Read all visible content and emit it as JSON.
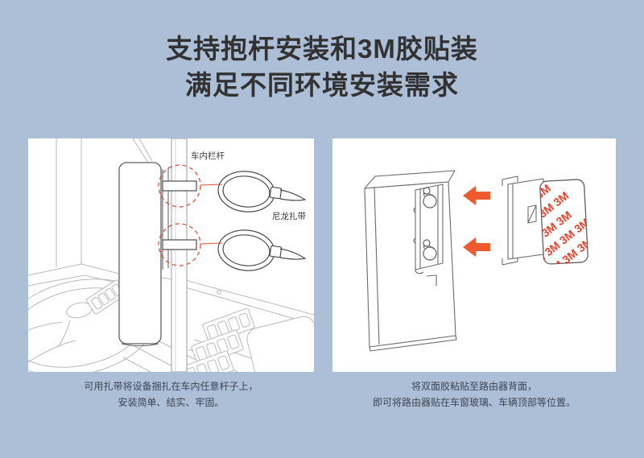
{
  "page": {
    "background": "#adbed7",
    "title_line1": "支持抱杆安装和3M胶贴装",
    "title_line2": "满足不同环境安装需求",
    "title_color": "#323232"
  },
  "left_panel": {
    "labels": {
      "pole": "车内栏杆",
      "zip_tie": "尼龙扎带"
    },
    "caption_line1": "可用扎带将设备捆扎在车内任意杆子上，",
    "caption_line2": "安装简单、结实、牢固。"
  },
  "right_panel": {
    "pad_pattern_row": "3M 3M 3M 3M",
    "caption_line1": "将双面胶粘贴至路由器背面，",
    "caption_line2": "即可将路由器贴在车窗玻璃、车辆顶部等位置。"
  },
  "colors": {
    "accent_red_dashed": "#e25037",
    "arrow_orange": "#ee5a2e",
    "pad_text_red": "#e8432c",
    "cabin_line_gray": "#b9b9b9",
    "device_outline_gray": "#606060",
    "caption_gray": "#3d4754"
  }
}
